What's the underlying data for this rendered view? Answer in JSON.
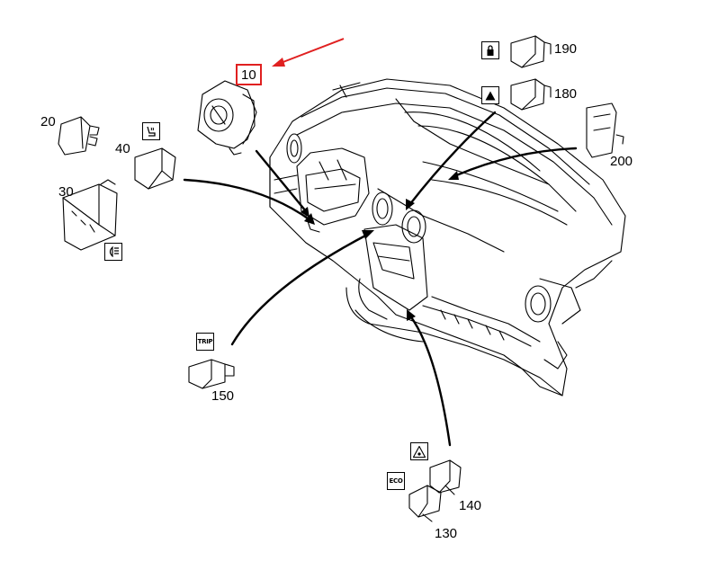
{
  "diagram": {
    "highlight_color": "#e02020",
    "line_color": "#000000",
    "callouts": [
      {
        "id": "c10",
        "text": "10",
        "highlighted": true
      },
      {
        "id": "c20",
        "text": "20"
      },
      {
        "id": "c30",
        "text": "30"
      },
      {
        "id": "c40",
        "text": "40"
      },
      {
        "id": "c130",
        "text": "130"
      },
      {
        "id": "c140",
        "text": "140"
      },
      {
        "id": "c150",
        "text": "150"
      },
      {
        "id": "c180",
        "text": "180"
      },
      {
        "id": "c190",
        "text": "190"
      },
      {
        "id": "c200",
        "text": "200"
      }
    ],
    "switch_symbols": {
      "trip": "TRIP",
      "eco": "ECO",
      "warning_icon": "hazard-triangle-icon",
      "lock_icon": "door-lock-icon",
      "headlamp_icon": "headlamp-range-icon",
      "seat_icon": "seat-heater-icon",
      "esp_icon": "esp-off-icon"
    }
  }
}
